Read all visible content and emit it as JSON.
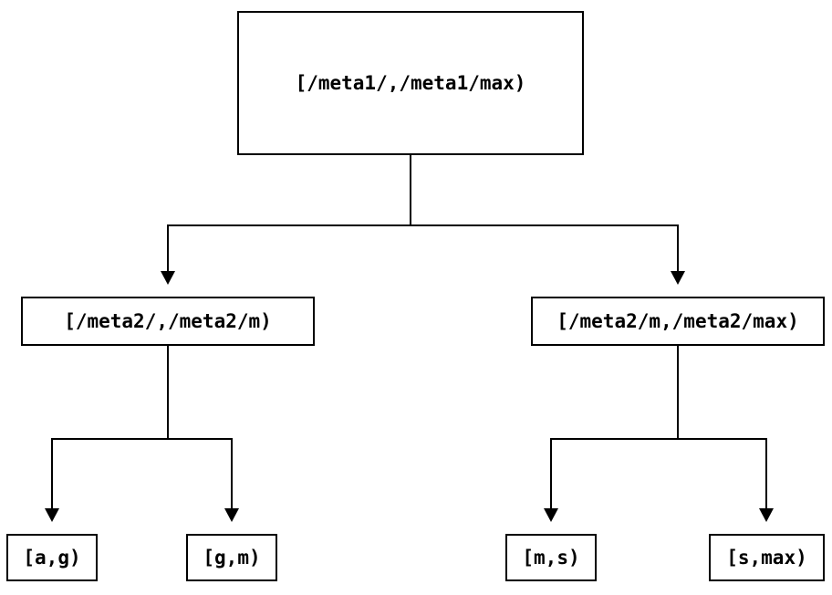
{
  "colors": {
    "line": "#000000",
    "background": "#ffffff"
  },
  "tree": {
    "root": {
      "label": "[/meta1/,/meta1/max)",
      "children": [
        {
          "label": "[/meta2/,/meta2/m)",
          "children": [
            {
              "label": "[a,g)"
            },
            {
              "label": "[g,m)"
            }
          ]
        },
        {
          "label": "[/meta2/m,/meta2/max)",
          "children": [
            {
              "label": "[m,s)"
            },
            {
              "label": "[s,max)"
            }
          ]
        }
      ]
    }
  }
}
